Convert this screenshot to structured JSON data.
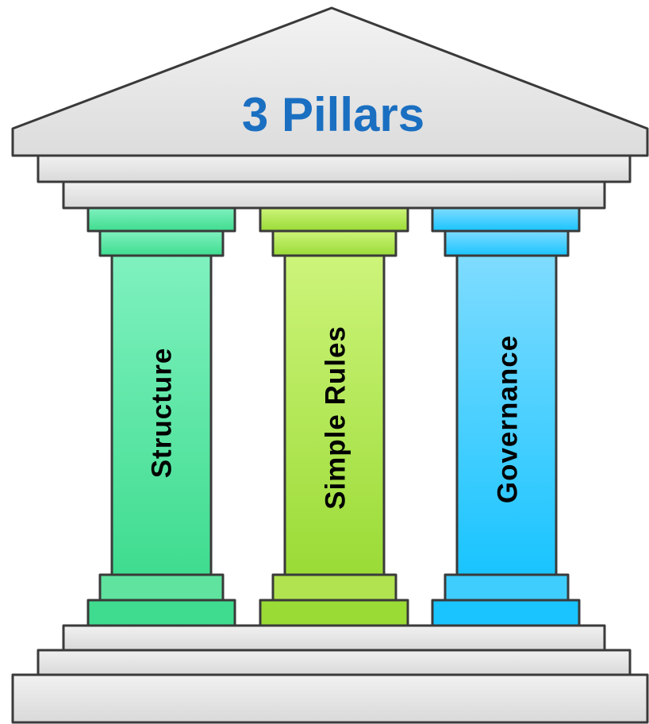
{
  "title": "3 Pillars",
  "pillars": [
    {
      "label": "Structure",
      "color_top": "#7ff1bf",
      "color_bottom": "#3fdc8f"
    },
    {
      "label": "Simple Rules",
      "color_top": "#cdf47a",
      "color_bottom": "#9adb36"
    },
    {
      "label": "Governance",
      "color_top": "#7fdcff",
      "color_bottom": "#19c4ff"
    }
  ],
  "colors": {
    "title": "#1a6fc1",
    "label": "#000000",
    "stone_light": "#ececec",
    "stone_dark": "#d6d6d6",
    "outline": "#3a3a3a"
  }
}
